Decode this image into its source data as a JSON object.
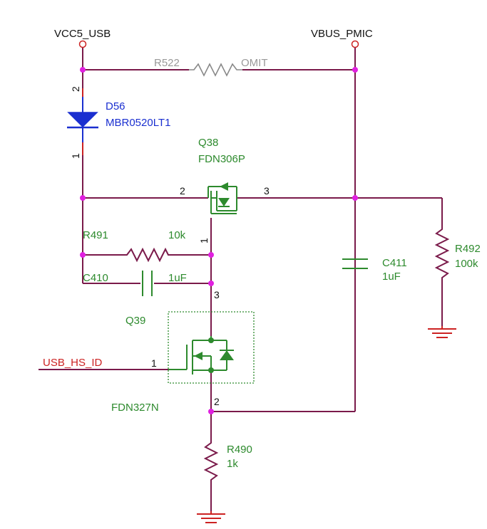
{
  "nets": {
    "vcc5_usb": "VCC5_USB",
    "vbus_pmic": "VBUS_PMIC",
    "usb_hs_id": "USB_HS_ID"
  },
  "components": {
    "r522": {
      "ref": "R522",
      "value": "OMIT"
    },
    "d56": {
      "ref": "D56",
      "value": "MBR0520LT1",
      "pin_anode": "2",
      "pin_cathode": "1"
    },
    "q38": {
      "ref": "Q38",
      "value": "FDN306P",
      "pin_left": "2",
      "pin_right": "3",
      "pin_bottom": "1"
    },
    "r491": {
      "ref": "R491",
      "value": "10k"
    },
    "c410": {
      "ref": "C410",
      "value": "1uF"
    },
    "c411": {
      "ref": "C411",
      "value": "1uF"
    },
    "r492": {
      "ref": "R492",
      "value": "100k"
    },
    "q39": {
      "ref": "Q39",
      "value": "FDN327N",
      "pin_drain": "3",
      "pin_gate": "1",
      "pin_source": "2"
    },
    "r490": {
      "ref": "R490",
      "value": "1k"
    }
  },
  "colors": {
    "wire": "#7a1a4a",
    "component": "#2d8a2d",
    "diode": "#1a2fd0",
    "net_label": "#cc2222",
    "junction": "#e020e0",
    "omit": "#999999",
    "text": "#111111"
  }
}
